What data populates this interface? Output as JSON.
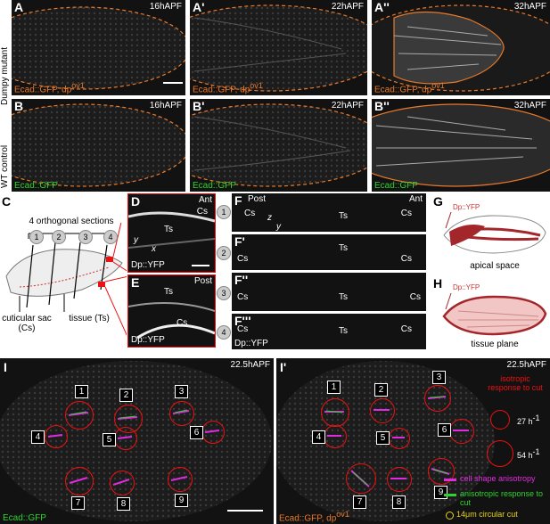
{
  "rowA": {
    "label": "Dumpy mutant",
    "panels": [
      {
        "letter": "A",
        "time": "16hAPF",
        "genotype": "Ecad::GFP, dp",
        "sup": "ov1"
      },
      {
        "letter": "A'",
        "time": "22hAPF",
        "genotype": "Ecad::GFP, dp",
        "sup": "ov1"
      },
      {
        "letter": "A''",
        "time": "32hAPF",
        "genotype": "Ecad::GFP, dp",
        "sup": "ov1"
      }
    ]
  },
  "rowB": {
    "label": "WT control",
    "panels": [
      {
        "letter": "B",
        "time": "16hAPF",
        "genotype": "Ecad::GFP"
      },
      {
        "letter": "B'",
        "time": "22hAPF",
        "genotype": "Ecad::GFP"
      },
      {
        "letter": "B''",
        "time": "32hAPF",
        "genotype": "Ecad::GFP"
      }
    ]
  },
  "panelC": {
    "letter": "C",
    "title": "4 orthogonal sections",
    "numbers": [
      "1",
      "2",
      "3",
      "4"
    ],
    "sac_label": "cuticular sac (Cs)",
    "tissue_label": "tissue (Ts)"
  },
  "panelD": {
    "letter": "D",
    "ant": "Ant",
    "cs": "Cs",
    "ts": "Ts",
    "marker": "Dp::YFP",
    "ax_y": "y",
    "ax_x": "x"
  },
  "panelE": {
    "letter": "E",
    "post": "Post",
    "ts": "Ts",
    "cs": "Cs",
    "marker": "Dp::YFP"
  },
  "panelF": {
    "letters": [
      "F",
      "F'",
      "F''",
      "F'''"
    ],
    "numbers": [
      "1",
      "2",
      "3",
      "4"
    ],
    "post": "Post",
    "ant": "Ant",
    "marker": "Dp::YFP",
    "ax_z": "z",
    "ax_y": "y",
    "cs": "Cs",
    "ts": "Ts"
  },
  "panelG": {
    "letter": "G",
    "marker": "Dp::YFP",
    "caption": "apical space"
  },
  "panelH": {
    "letter": "H",
    "marker": "Dp::YFP",
    "caption": "tissue plane"
  },
  "panelI": {
    "letter": "I",
    "time": "22.5hAPF",
    "genotype": "Ecad::GFP",
    "cuts": [
      "1",
      "2",
      "3",
      "4",
      "5",
      "6",
      "7",
      "8",
      "9"
    ]
  },
  "panelI2": {
    "letter": "I'",
    "time": "22.5hAPF",
    "genotype": "Ecad::GFP, dp",
    "sup": "ov1",
    "cuts": [
      "1",
      "2",
      "3",
      "4",
      "5",
      "6",
      "7",
      "8",
      "9"
    ],
    "legend": {
      "iso_title": "isotropic response to cut",
      "iso_27": "27 h",
      "iso_54": "54 h",
      "iso_exp": "-1",
      "cell_shape": "cell shape anisotropy",
      "aniso": "anisotropic response to cut",
      "circular": "14μm circular cut"
    }
  },
  "colors": {
    "orange": "#e8792a",
    "green": "#2fd32f",
    "red": "#e11d1d",
    "magenta": "#e12be1",
    "darkred": "#a3262a",
    "pink": "#f3c6c6"
  }
}
